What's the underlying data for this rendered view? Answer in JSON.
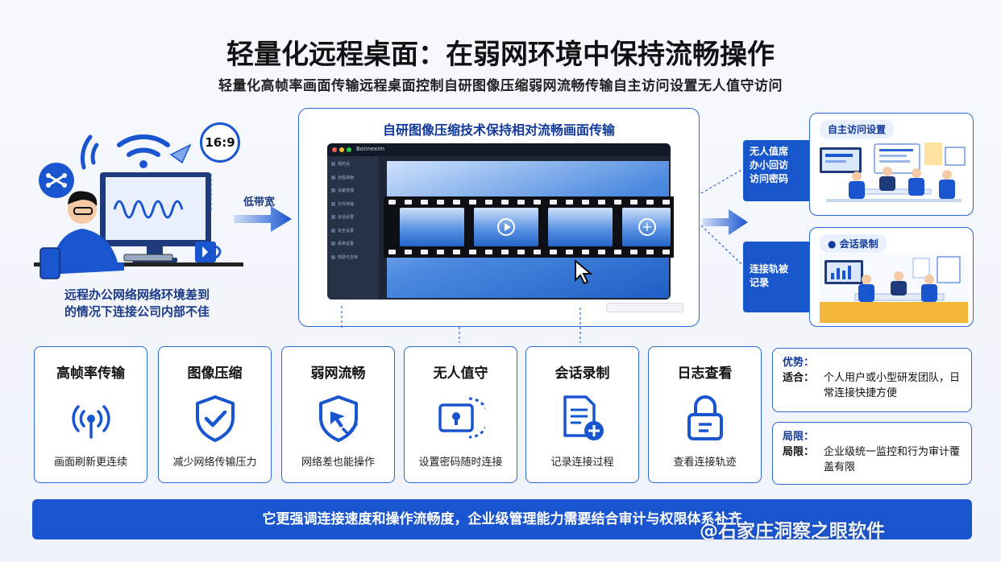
{
  "header": {
    "title": "轻量化远程桌面：在弱网环境中保持流畅操作",
    "subtitle": "轻量化高帧率画面传输远程桌面控制自研图像压缩弱网流畅传输自主访问设置无人值守访问"
  },
  "left": {
    "ratio_badge": "16:9",
    "caption_line1": "远程办公网络网络环境差到",
    "caption_line2": "的情况下连接公司内部不佳",
    "arrow_label": "低带宽"
  },
  "center": {
    "title": "自研图像压缩技术保持相对流畅画面传输",
    "app_name": "Bonnexim",
    "menu_items": [
      "我的设",
      "远程桌面",
      "设备管理",
      "文件传输",
      "会话设置",
      "安全设置",
      "系统设置",
      "帮助与支持"
    ]
  },
  "right": {
    "top_label": "无人值席\n办小回访\n访问密码",
    "top_tag": "自主访问设置",
    "bottom_label": "连接轨被\n记录",
    "bottom_tag": "会话录制"
  },
  "cards": [
    {
      "title": "高帧率传输",
      "desc": "画面刷新更连续",
      "icon": "signal-broadcast-icon"
    },
    {
      "title": "图像压缩",
      "desc": "减少网络传输压力",
      "icon": "shield-check-icon"
    },
    {
      "title": "弱网流畅",
      "desc": "网络差也能操作",
      "icon": "shield-pointer-icon"
    },
    {
      "title": "无人值守",
      "desc": "设置密码随时连接",
      "icon": "lock-screen-icon"
    },
    {
      "title": "会话录制",
      "desc": "记录连接过程",
      "icon": "document-add-icon"
    },
    {
      "title": "日志查看",
      "desc": "查看连接轨迹",
      "icon": "padlock-icon"
    }
  ],
  "advantage": {
    "heading": "优势：",
    "key": "适合：",
    "text": "个人用户或小型研发团队，日常连接快捷方便"
  },
  "limitation": {
    "heading": "局限：",
    "key": "局限：",
    "text": "企业级统一监控和行为审计覆盖有限"
  },
  "banner": {
    "text": "它更强调连接速度和操作流畅度，企业级管理能力需要结合审计与权限体系补齐"
  },
  "watermark": "@石家庄洞察之眼软件",
  "colors": {
    "brand": "#1a55d0",
    "accent": "#2d66d6",
    "dark_text": "#123a9a"
  }
}
